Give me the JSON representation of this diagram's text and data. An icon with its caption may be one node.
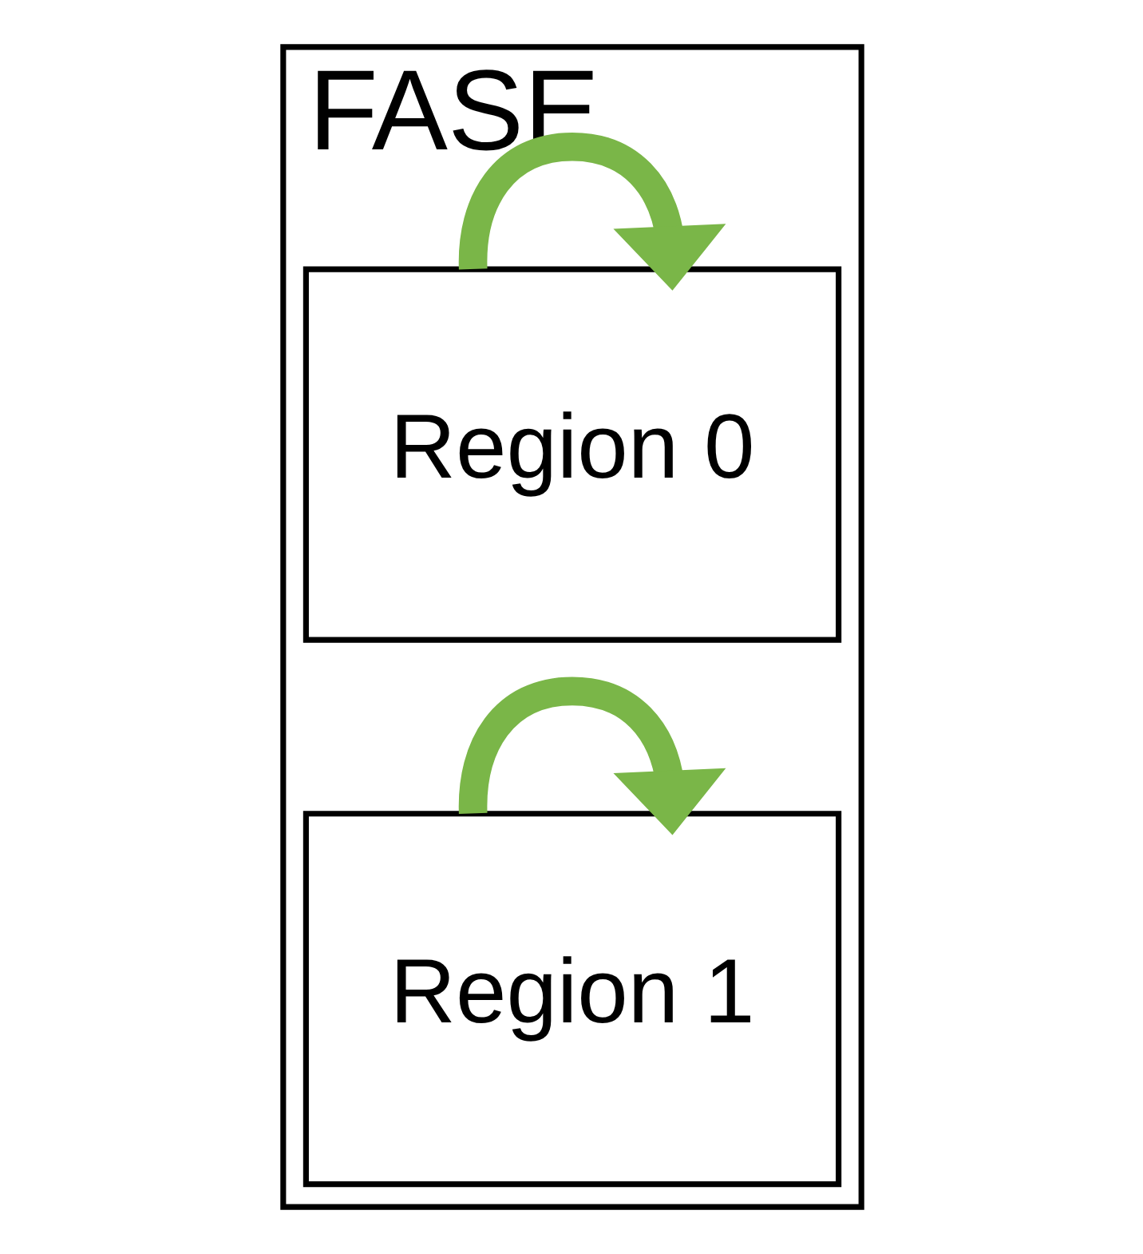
{
  "diagram": {
    "nodes": [
      {
        "text": [
          "FASE"
        ]
      },
      {
        "text": [
          "Region 0"
        ],
        "in": 0
      },
      {
        "text": [
          "Region 1"
        ],
        "in": 0
      }
    ],
    "edges": [
      {
        "from": 1,
        "to": 1,
        "arrow": "to"
      },
      {
        "from": 2,
        "to": 2,
        "arrow": "to"
      }
    ]
  }
}
